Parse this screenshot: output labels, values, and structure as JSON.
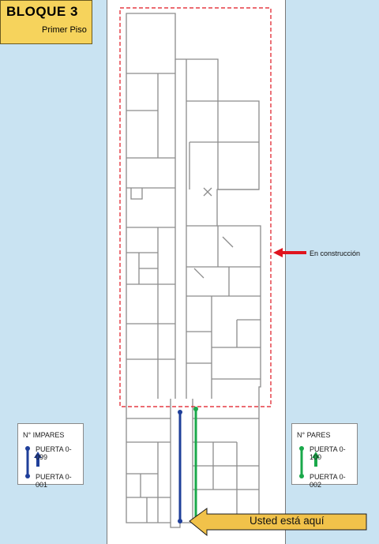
{
  "header": {
    "title": "BLOQUE 3",
    "subtitle": "Primer Piso"
  },
  "legend_odd": {
    "title": "N° IMPARES",
    "top_door": "PUERTA  0-099",
    "bottom_door": "PUERTA  0-001",
    "color": "#1f3f9a"
  },
  "legend_even": {
    "title": "N° PARES",
    "top_door": "PUERTA  0-100",
    "bottom_door": "PUERTA  0-002",
    "color": "#1aa84a"
  },
  "construction": {
    "label": "En construcción",
    "color": "#e0141e"
  },
  "you_are_here": {
    "label": "Usted está aquí",
    "color": "#f1c24a"
  }
}
